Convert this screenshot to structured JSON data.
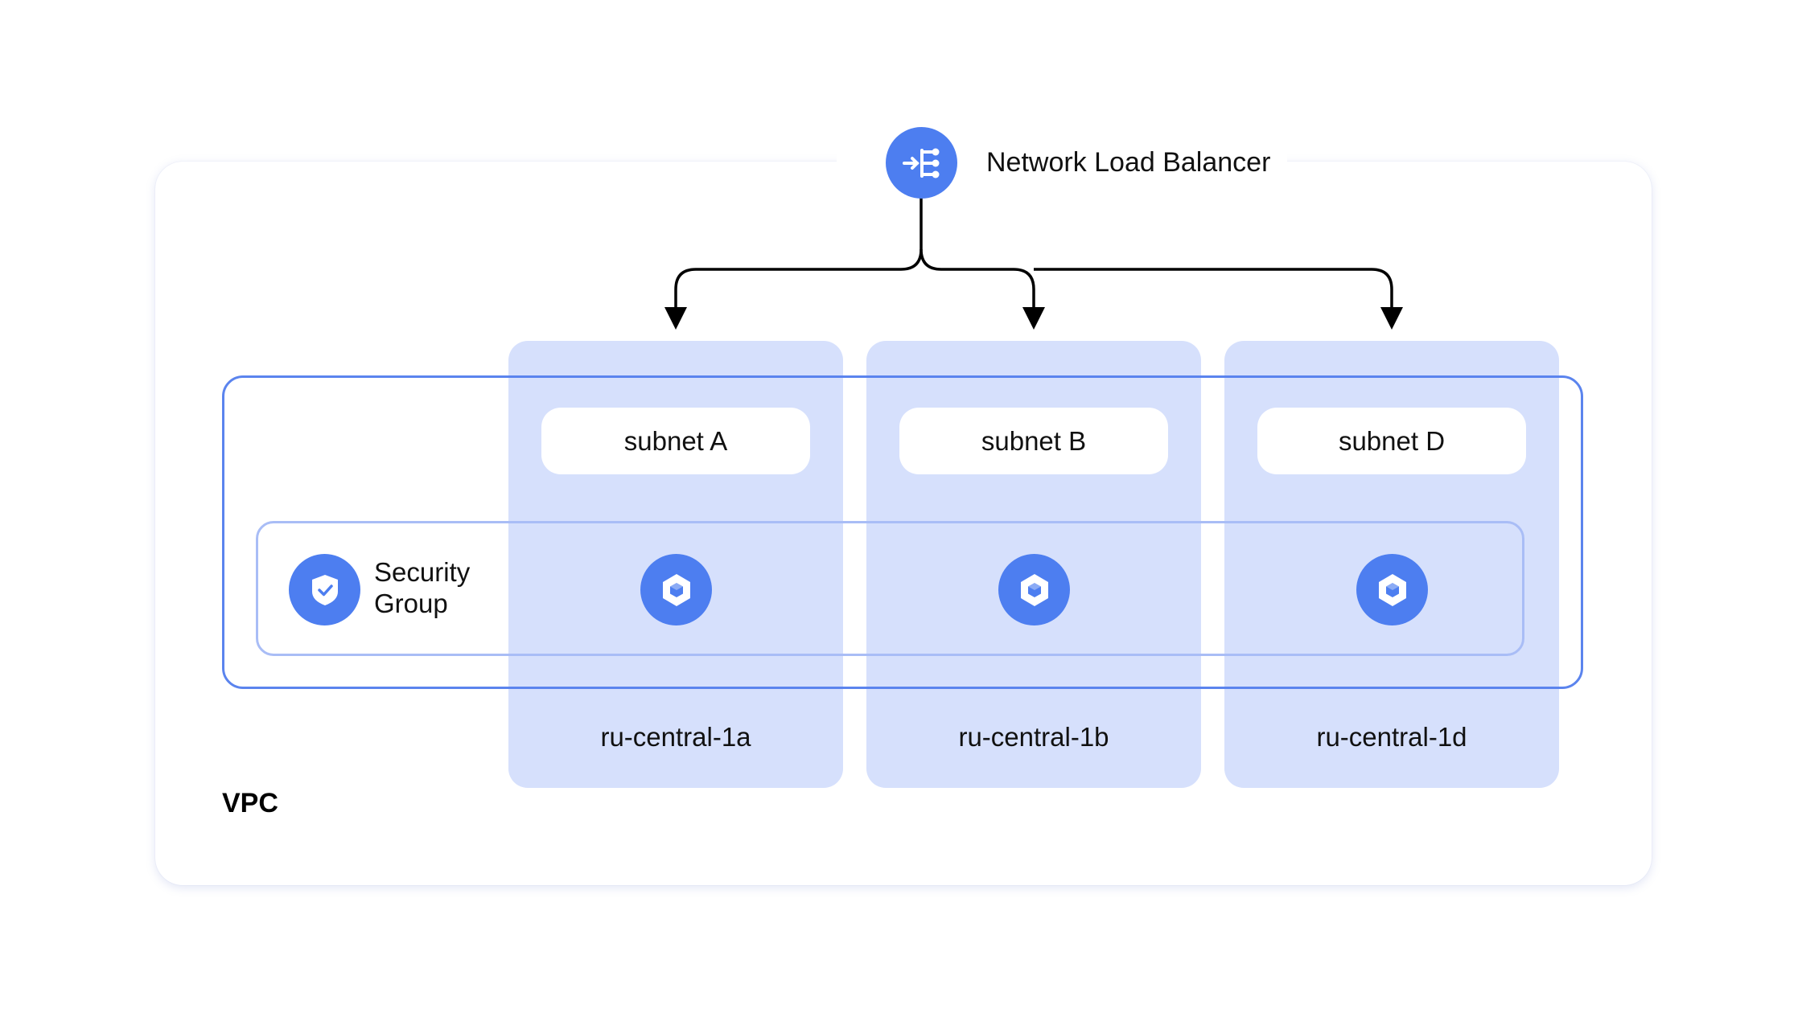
{
  "vpc": {
    "label": "VPC"
  },
  "load_balancer": {
    "label": "Network Load Balancer",
    "icon": "load-balancer-icon"
  },
  "security_group": {
    "line1": "Security",
    "line2": "Group",
    "icon": "shield-check-icon"
  },
  "zones": [
    {
      "subnet": "subnet A",
      "zone": "ru-central-1a",
      "icon": "hexagon-instance-icon"
    },
    {
      "subnet": "subnet B",
      "zone": "ru-central-1b",
      "icon": "hexagon-instance-icon"
    },
    {
      "subnet": "subnet D",
      "zone": "ru-central-1d",
      "icon": "hexagon-instance-icon"
    }
  ],
  "colors": {
    "accent": "#4d7ef0",
    "zone_fill": "#d6e0fc",
    "network_border": "#5b84ee",
    "security_group_border": "#a9bdf6"
  }
}
